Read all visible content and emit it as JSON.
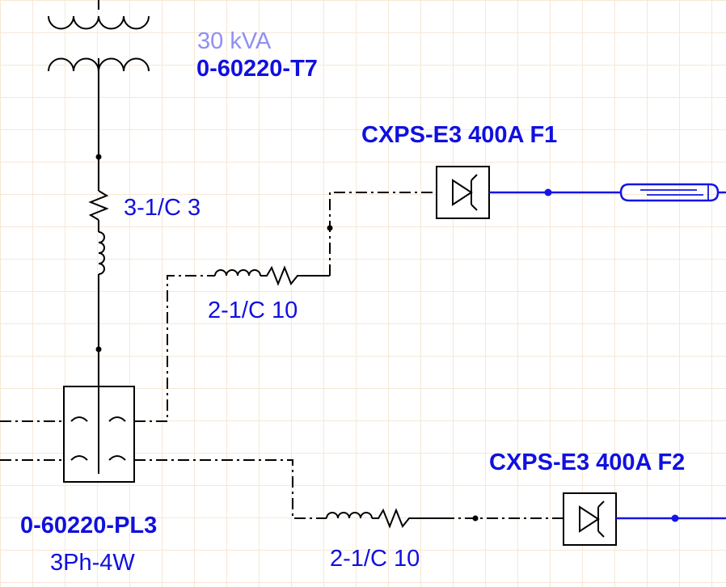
{
  "transformer": {
    "rating": "30 kVA",
    "id": "0-60220-T7"
  },
  "feeder_cable": "3-1/C 3",
  "panel": {
    "id": "0-60220-PL3",
    "config": "3Ph-4W"
  },
  "branch_1": {
    "cable": "2-1/C 10",
    "protective_device": "CXPS-E3 400A F1"
  },
  "branch_2": {
    "cable": "2-1/C 10",
    "protective_device": "CXPS-E3 400A F2"
  },
  "colors": {
    "label_blue": "#1010e0",
    "rating_light_blue": "#8f8ff0",
    "energized_wire_blue": "#1414e6",
    "grid": "#f6e8d6"
  }
}
